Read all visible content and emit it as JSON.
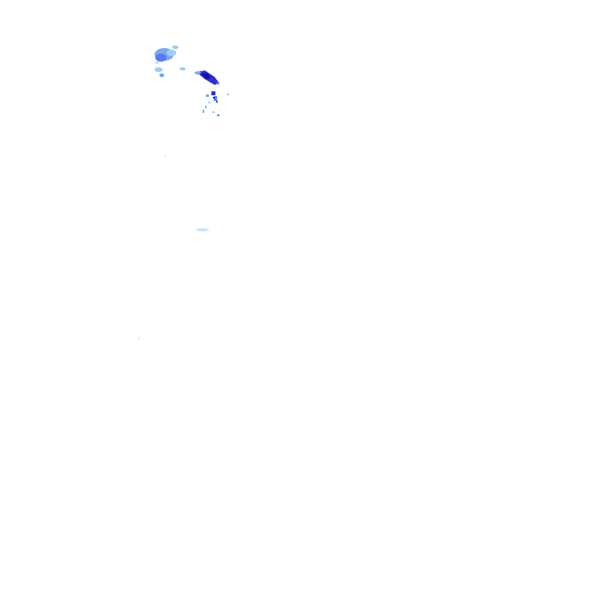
{
  "layer": "rain-radar-overlay",
  "background": "#ffffff",
  "intensity_colors": {
    "very_light": "#c8e6fb",
    "light": "#9dcdf5",
    "moderate": "#7aa8f0",
    "heavy": "#5b78ec",
    "very_heavy": "#2f2fd6",
    "intense": "#1414a0"
  },
  "echo_cells": [
    {
      "name": "north-west-cluster",
      "intensity": "moderate"
    },
    {
      "name": "north-west-fringe",
      "intensity": "light"
    },
    {
      "name": "central-band",
      "intensity": "very_heavy"
    },
    {
      "name": "central-core",
      "intensity": "intense"
    },
    {
      "name": "southern-fragments",
      "intensity": "heavy"
    },
    {
      "name": "isolated-speck-mid",
      "intensity": "very_light"
    },
    {
      "name": "isolated-speck-low",
      "intensity": "very_light"
    }
  ]
}
